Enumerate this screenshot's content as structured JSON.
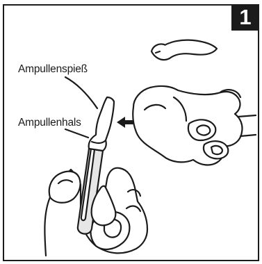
{
  "step": {
    "number": "1"
  },
  "labels": {
    "spike": "Ampullenspieß",
    "neck": "Ampullenhals"
  },
  "colors": {
    "ink": "#1b1b1b",
    "ampoule_shade": "#e6e6e6",
    "background": "#ffffff"
  },
  "icons": [
    "ampoule",
    "holding-hand",
    "pushing-hand",
    "direction-arrow"
  ]
}
